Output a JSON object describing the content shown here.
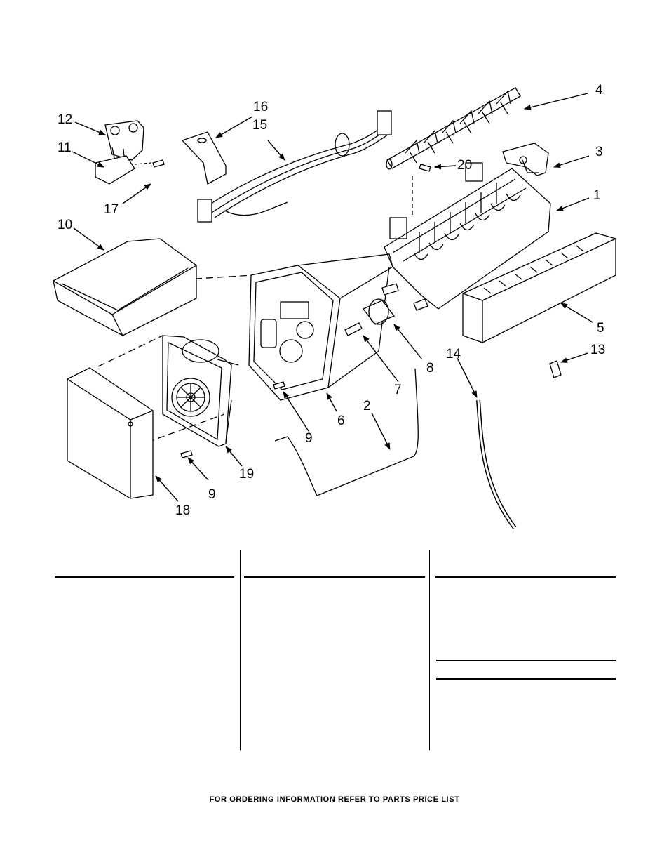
{
  "callouts": {
    "c1": "1",
    "c2": "2",
    "c3": "3",
    "c4": "4",
    "c5": "5",
    "c6": "6",
    "c7": "7",
    "c8": "8",
    "c9a": "9",
    "c9b": "9",
    "c10": "10",
    "c11": "11",
    "c12": "12",
    "c13": "13",
    "c14": "14",
    "c15": "15",
    "c16": "16",
    "c17": "17",
    "c18": "18",
    "c19": "19",
    "c20": "20"
  },
  "footer": "FOR ORDERING INFORMATION REFER TO PARTS PRICE LIST"
}
